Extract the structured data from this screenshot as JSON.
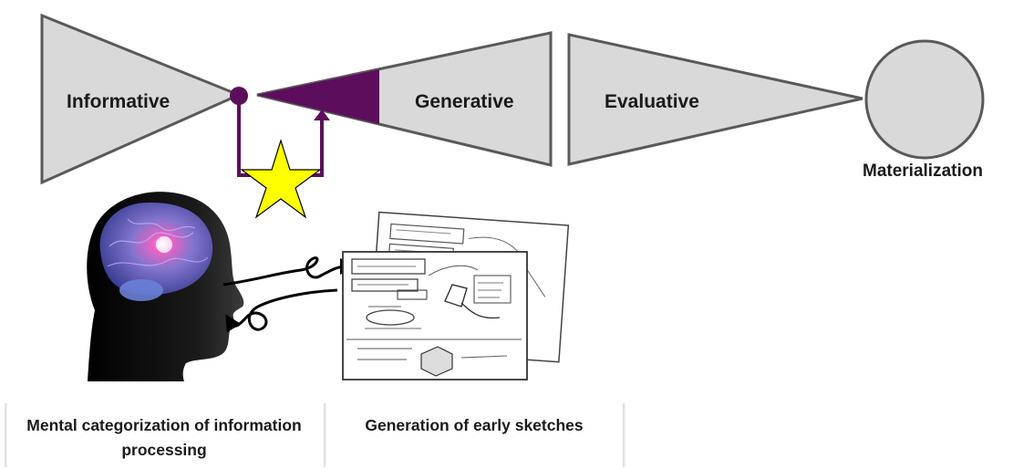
{
  "stages": {
    "informative": "Informative",
    "generative": "Generative",
    "evaluative": "Evaluative",
    "materialization": "Materialization"
  },
  "captions": {
    "mental": "Mental categorization of information processing",
    "sketches": "Generation of early sketches"
  },
  "colors": {
    "funnel_fill": "#d9d9d9",
    "funnel_stroke": "#595959",
    "feedback_purple": "#5c0e5c",
    "star_fill": "#ffff00"
  },
  "icons": [
    "head-with-brain-icon",
    "star-icon",
    "sketch-pages-icon",
    "arrow-up-icon"
  ]
}
